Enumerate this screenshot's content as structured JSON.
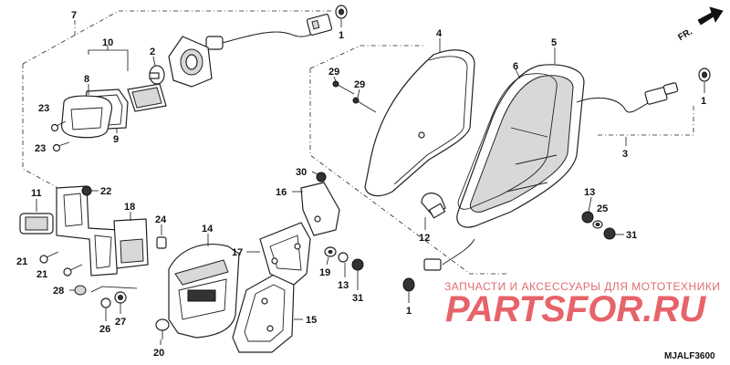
{
  "diagram": {
    "diagram_code": "MJALF3600",
    "front_marker": "FR.",
    "watermark": {
      "tagline": "ЗАПЧАСТИ И АКСЕССУАРЫ ДЛЯ МОТОТЕХНИКИ",
      "logo": "PARTSFOR.RU"
    },
    "callouts": [
      {
        "id": "c7",
        "label": "7"
      },
      {
        "id": "c1a",
        "label": "1"
      },
      {
        "id": "c10",
        "label": "10"
      },
      {
        "id": "c8",
        "label": "8"
      },
      {
        "id": "c2",
        "label": "2"
      },
      {
        "id": "c23a",
        "label": "23"
      },
      {
        "id": "c23b",
        "label": "23"
      },
      {
        "id": "c9",
        "label": "9"
      },
      {
        "id": "c4",
        "label": "4"
      },
      {
        "id": "c5",
        "label": "5"
      },
      {
        "id": "c6",
        "label": "6"
      },
      {
        "id": "c29a",
        "label": "29"
      },
      {
        "id": "c29b",
        "label": "29"
      },
      {
        "id": "c1b",
        "label": "1"
      },
      {
        "id": "c3",
        "label": "3"
      },
      {
        "id": "c30",
        "label": "30"
      },
      {
        "id": "c16",
        "label": "16"
      },
      {
        "id": "c13a",
        "label": "13"
      },
      {
        "id": "c25",
        "label": "25"
      },
      {
        "id": "c31a",
        "label": "31"
      },
      {
        "id": "c11",
        "label": "11"
      },
      {
        "id": "c22",
        "label": "22"
      },
      {
        "id": "c18",
        "label": "18"
      },
      {
        "id": "c24",
        "label": "24"
      },
      {
        "id": "c14",
        "label": "14"
      },
      {
        "id": "c12",
        "label": "12"
      },
      {
        "id": "c17",
        "label": "17"
      },
      {
        "id": "c19",
        "label": "19"
      },
      {
        "id": "c13b",
        "label": "13"
      },
      {
        "id": "c31b",
        "label": "31"
      },
      {
        "id": "c21a",
        "label": "21"
      },
      {
        "id": "c21b",
        "label": "21"
      },
      {
        "id": "c28",
        "label": "28"
      },
      {
        "id": "c1c",
        "label": "1"
      },
      {
        "id": "c15",
        "label": "15"
      },
      {
        "id": "c26",
        "label": "26"
      },
      {
        "id": "c27",
        "label": "27"
      },
      {
        "id": "c20",
        "label": "20"
      }
    ]
  }
}
